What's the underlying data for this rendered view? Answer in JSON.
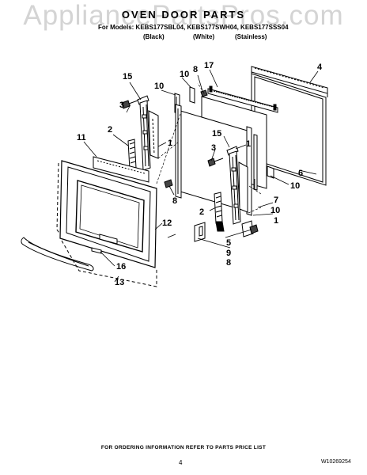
{
  "watermark": "AppliancePartsPros.com",
  "header": {
    "title": "OVEN DOOR PARTS",
    "models_line": "For Models: KEBS177SBL04, KEBS177SWH04, KEBS177SSS04",
    "variants": [
      "(Black)",
      "(White)",
      "(Stainless)"
    ]
  },
  "callouts": [
    "1",
    "2",
    "3",
    "4",
    "5",
    "6",
    "7",
    "8",
    "9",
    "10",
    "11",
    "12",
    "13",
    "15",
    "16",
    "17"
  ],
  "footer": {
    "ordering_note": "FOR ORDERING INFORMATION REFER TO PARTS PRICE LIST",
    "page_number": "4",
    "document_code": "W10269254"
  }
}
